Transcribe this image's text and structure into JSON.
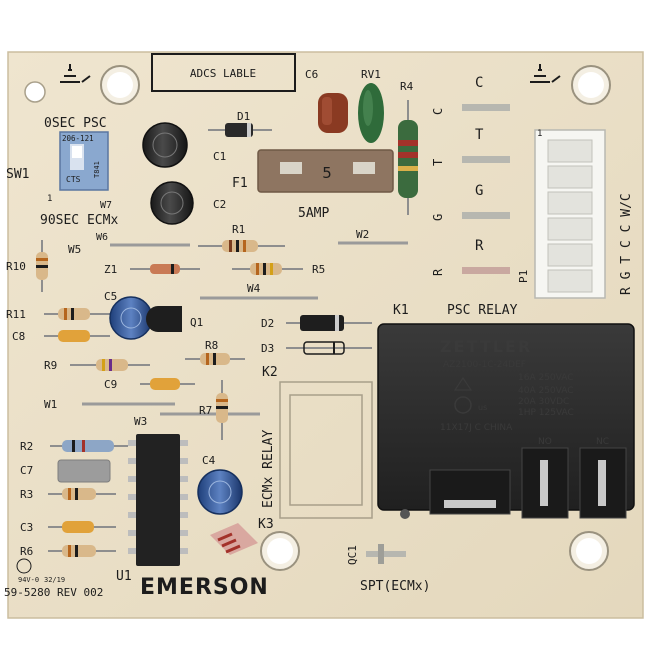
{
  "board": {
    "part_number": "59-5280 REV 002",
    "adcs_label": "ADCS LABLE",
    "brand": "EMERSON",
    "date_code": "32/19",
    "board_mark": "94V-0"
  },
  "switch": {
    "name": "SW1",
    "top_label": "0SEC PSC",
    "bottom_label": "90SEC ECMx",
    "part_code": "206-121",
    "maker": "CTS",
    "code2": "T841",
    "pin1": "1"
  },
  "fuse": {
    "ref": "F1",
    "value": "5",
    "rating": "5AMP"
  },
  "terminal_block": {
    "pins_label": "R G T C C W/C",
    "pin1": "P1",
    "side_labels": [
      "C",
      "T",
      "G",
      "R"
    ],
    "pad_labels": [
      "C",
      "T",
      "G",
      "R"
    ],
    "pin_number": "1"
  },
  "relay_k1": {
    "ref": "K1",
    "label": "PSC RELAY",
    "brand": "ZETTLER",
    "model": "AZ2100-1C-24DEF",
    "specs": [
      "16A 250VAC",
      "40A 250VAC",
      "20A 30VDC",
      "1HP 125VAC",
      "11X17J C   CHINA"
    ],
    "cert": "us",
    "contact_labels": [
      "NO",
      "NC"
    ]
  },
  "relay_k2": {
    "ref": "K2",
    "label": "ECMx RELAY"
  },
  "k3": {
    "ref": "K3"
  },
  "spt": {
    "label": "SPT(ECMx)",
    "ref": "QC1"
  },
  "u1": {
    "ref": "U1"
  },
  "components": {
    "c1": "C1",
    "c2": "C2",
    "c3": "C3",
    "c4": "C4",
    "c5": "C5",
    "c6": "C6",
    "c7": "C7",
    "c8": "C8",
    "c9": "C9",
    "d1": "D1",
    "d2": "D2",
    "d3": "D3",
    "r1": "R1",
    "r2": "R2",
    "r3": "R3",
    "r4": "R4",
    "r5": "R5",
    "r6": "R6",
    "r7": "R7",
    "r8": "R8",
    "r9": "R9",
    "r10": "R10",
    "r11": "R11",
    "rv1": "RV1",
    "z1": "Z1",
    "q1": "Q1",
    "w1": "W1",
    "w2": "W2",
    "w3": "W3",
    "w4": "W4",
    "w5": "W5",
    "w6": "W6",
    "w7": "W7"
  },
  "colors": {
    "pcb": "#ebe0c8",
    "silkscreen": "#1c1c1c",
    "relay_body": "#2b2b2b",
    "fuse": "#8e7561",
    "switch": "#8aa8cf",
    "capacitor": "#2a2a2a",
    "varistor": "#2f6b3a",
    "cap_c6": "#8a3a22"
  }
}
